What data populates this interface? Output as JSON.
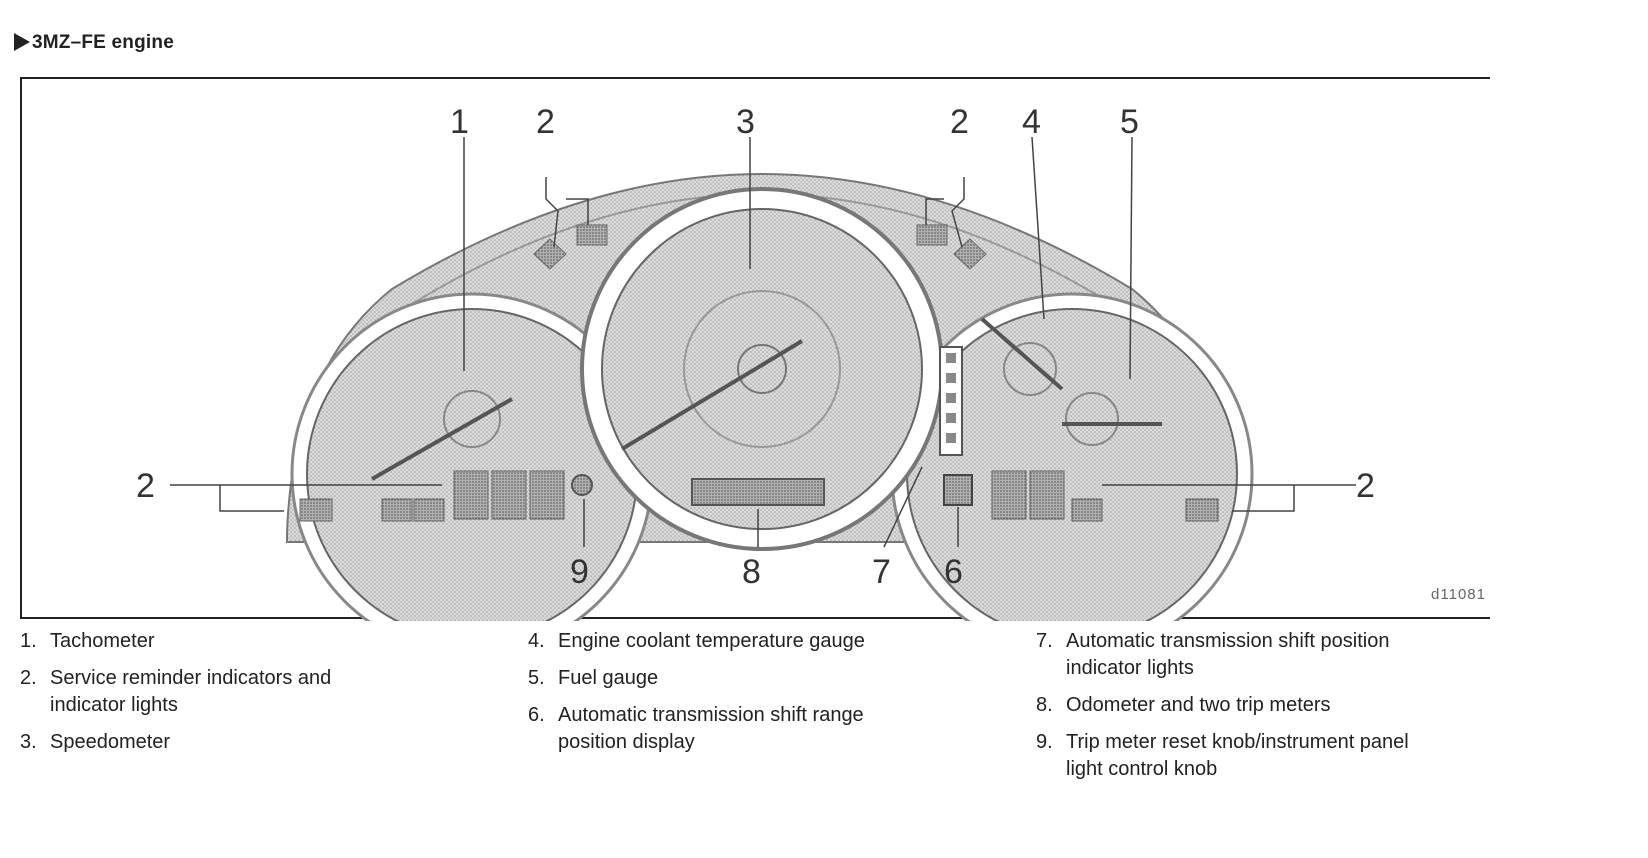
{
  "heading": "3MZ–FE engine",
  "figure": {
    "figure_id": "d11081",
    "callouts": {
      "c1": "1",
      "c2a": "2",
      "c3": "3",
      "c2b": "2",
      "c4": "4",
      "c5": "5",
      "c2left": "2",
      "c2right": "2",
      "c9": "9",
      "c8": "8",
      "c7": "7",
      "c6": "6"
    }
  },
  "legend": {
    "col1": [
      {
        "num": "1.",
        "text": "Tachometer"
      },
      {
        "num": "2.",
        "text": "Service reminder indicators and\nindicator lights"
      },
      {
        "num": "3.",
        "text": "Speedometer"
      }
    ],
    "col2": [
      {
        "num": "4.",
        "text": "Engine coolant temperature gauge"
      },
      {
        "num": "5.",
        "text": "Fuel gauge"
      },
      {
        "num": "6.",
        "text": "Automatic transmission shift range\nposition display"
      }
    ],
    "col3": [
      {
        "num": "7.",
        "text": "Automatic transmission shift position\nindicator lights"
      },
      {
        "num": "8.",
        "text": "Odometer and two trip meters"
      },
      {
        "num": "9.",
        "text": "Trip meter reset knob/instrument panel\nlight control knob"
      }
    ]
  }
}
